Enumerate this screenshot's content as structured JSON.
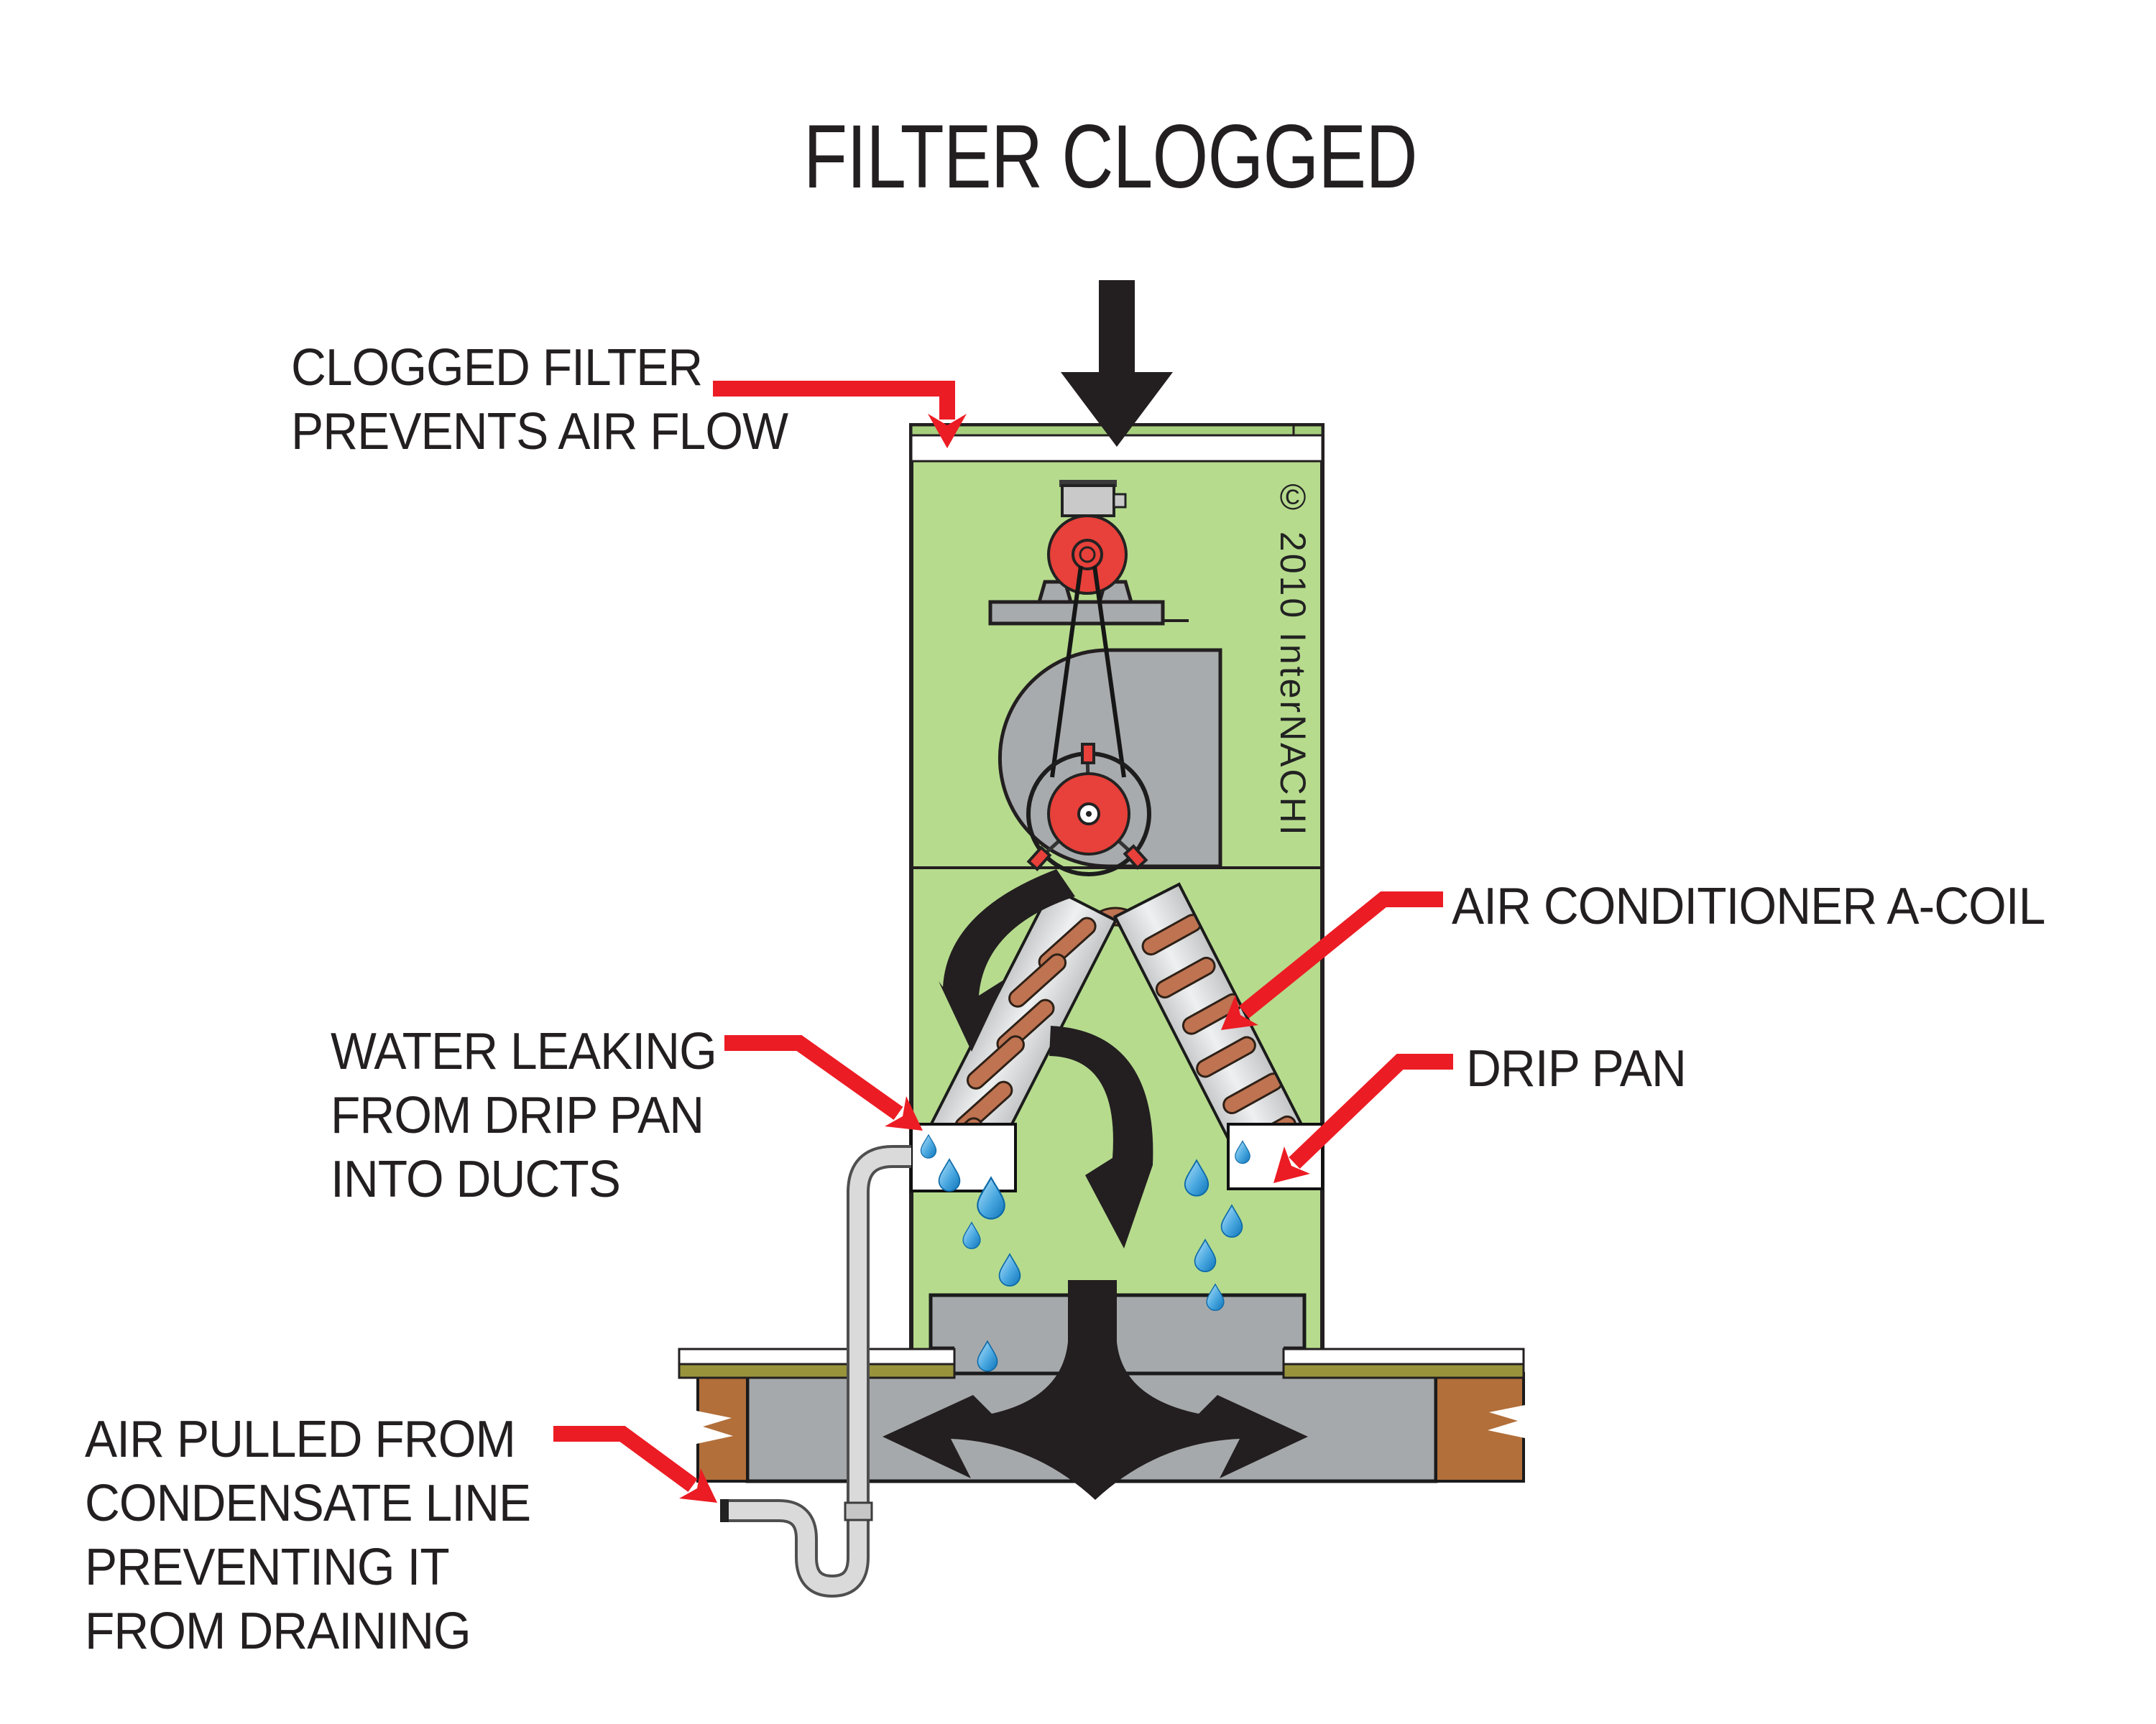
{
  "title": "FILTER CLOGGED",
  "copyright": "© 2010  InterNACHI",
  "labels": {
    "clogged_filter": {
      "line1": "CLOGGED FILTER",
      "line2": "PREVENTS AIR FLOW"
    },
    "a_coil": {
      "text": "AIR CONDITIONER A-COIL"
    },
    "drip_pan": {
      "text": "DRIP PAN"
    },
    "water_leaking": {
      "line1": "WATER LEAKING",
      "line2": "FROM DRIP PAN",
      "line3": "INTO DUCTS"
    },
    "air_pulled": {
      "line1": "AIR PULLED FROM",
      "line2": "CONDENSATE LINE",
      "line3": "PREVENTING IT",
      "line4": "FROM DRAINING"
    }
  },
  "colors": {
    "accent_red": "#ec1c24",
    "cabinet_green": "#b6db8d",
    "strip_green": "#a6cf7c",
    "metal_gray": "#a8abad",
    "duct_gray": "#a6a9ab",
    "motor_red": "#e8403a",
    "coil_copper": "#bf7351",
    "panel_gray": "#dcdee0",
    "wood_brown": "#b26f3a",
    "subfloor_olive": "#99943c",
    "water_blue": "#1687cc",
    "ink_black": "#231f20"
  }
}
